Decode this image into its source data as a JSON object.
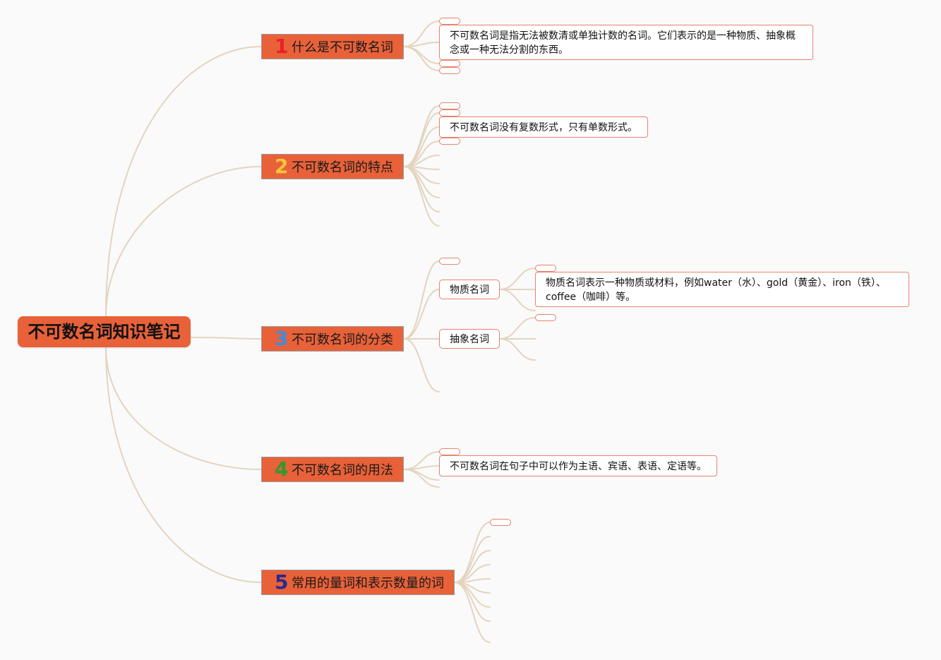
{
  "root": {
    "title": "不可数名词知识笔记"
  },
  "branches": [
    {
      "number": "1",
      "number_color": "#e8202a",
      "title": "什么是不可数名词"
    },
    {
      "number": "2",
      "number_color": "#f5c53a",
      "title": "不可数名词的特点"
    },
    {
      "number": "3",
      "number_color": "#3a8ee0",
      "title": "不可数名词的分类"
    },
    {
      "number": "4",
      "number_color": "#2e9b2e",
      "title": "不可数名词的用法"
    },
    {
      "number": "5",
      "number_color": "#2a2a8e",
      "title": "常用的量词和表示数量的词"
    }
  ],
  "notes": {
    "definition": "不可数名词是指无法被数清或单独计数的名词。它们表示的是一种物质、抽象概念或一种无法分割的东西。",
    "feature": "不可数名词没有复数形式，只有单数形式。",
    "material_desc": "物质名词表示一种物质或材料，例如water（水）、gold（黄金）、iron（铁）、coffee（咖啡）等。",
    "usage": "不可数名词在句子中可以作为主语、宾语、表语、定语等。"
  },
  "categories": {
    "material": "物质名词",
    "abstract": "抽象名词"
  },
  "colors": {
    "branch_fill": "#e86139",
    "link_stroke": "#e3d4bf",
    "card_border": "#e8826b"
  }
}
